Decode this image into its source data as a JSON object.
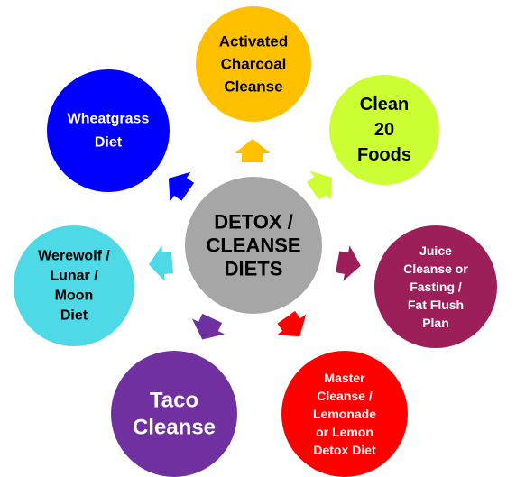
{
  "center": {
    "lines": [
      "DETOX /",
      "CLEANSE",
      "DIETS"
    ],
    "color": "#A6A6A6",
    "text_color": "#000000"
  },
  "nodes": [
    {
      "id": "activated-charcoal-cleanse",
      "lines": [
        "Activated",
        "Charcoal",
        "Cleanse"
      ],
      "color": "#FFC000",
      "text_color": "#000000",
      "arrow_color": "#FFC000"
    },
    {
      "id": "clean-20-foods",
      "lines": [
        "Clean",
        "20",
        "Foods"
      ],
      "color": "#CCFF33",
      "text_color": "#000000",
      "arrow_color": "#CCFF33"
    },
    {
      "id": "juice-cleanse",
      "lines": [
        "Juice",
        "Cleanse or",
        "Fasting /",
        "Fat Flush",
        "Plan"
      ],
      "color": "#9C1F5A",
      "text_color": "#FFFFFF",
      "arrow_color": "#9C1F5A"
    },
    {
      "id": "master-cleanse",
      "lines": [
        "Master",
        "Cleanse /",
        "Lemonade",
        "or Lemon",
        "Detox Diet"
      ],
      "color": "#FF0000",
      "text_color": "#FFFFFF",
      "arrow_color": "#FF0000"
    },
    {
      "id": "taco-cleanse",
      "lines": [
        "Taco",
        "Cleanse"
      ],
      "color": "#7030A0",
      "text_color": "#FFFFFF",
      "arrow_color": "#7030A0"
    },
    {
      "id": "werewolf-lunar-moon-diet",
      "lines": [
        "Werewolf /",
        "Lunar /",
        "Moon",
        "Diet"
      ],
      "color": "#4DD9E6",
      "text_color": "#000000",
      "arrow_color": "#4DD9E6"
    },
    {
      "id": "wheatgrass-diet",
      "lines": [
        "Wheatgrass",
        "Diet"
      ],
      "color": "#0000FF",
      "text_color": "#FFFFFF",
      "arrow_color": "#0000FF"
    }
  ]
}
